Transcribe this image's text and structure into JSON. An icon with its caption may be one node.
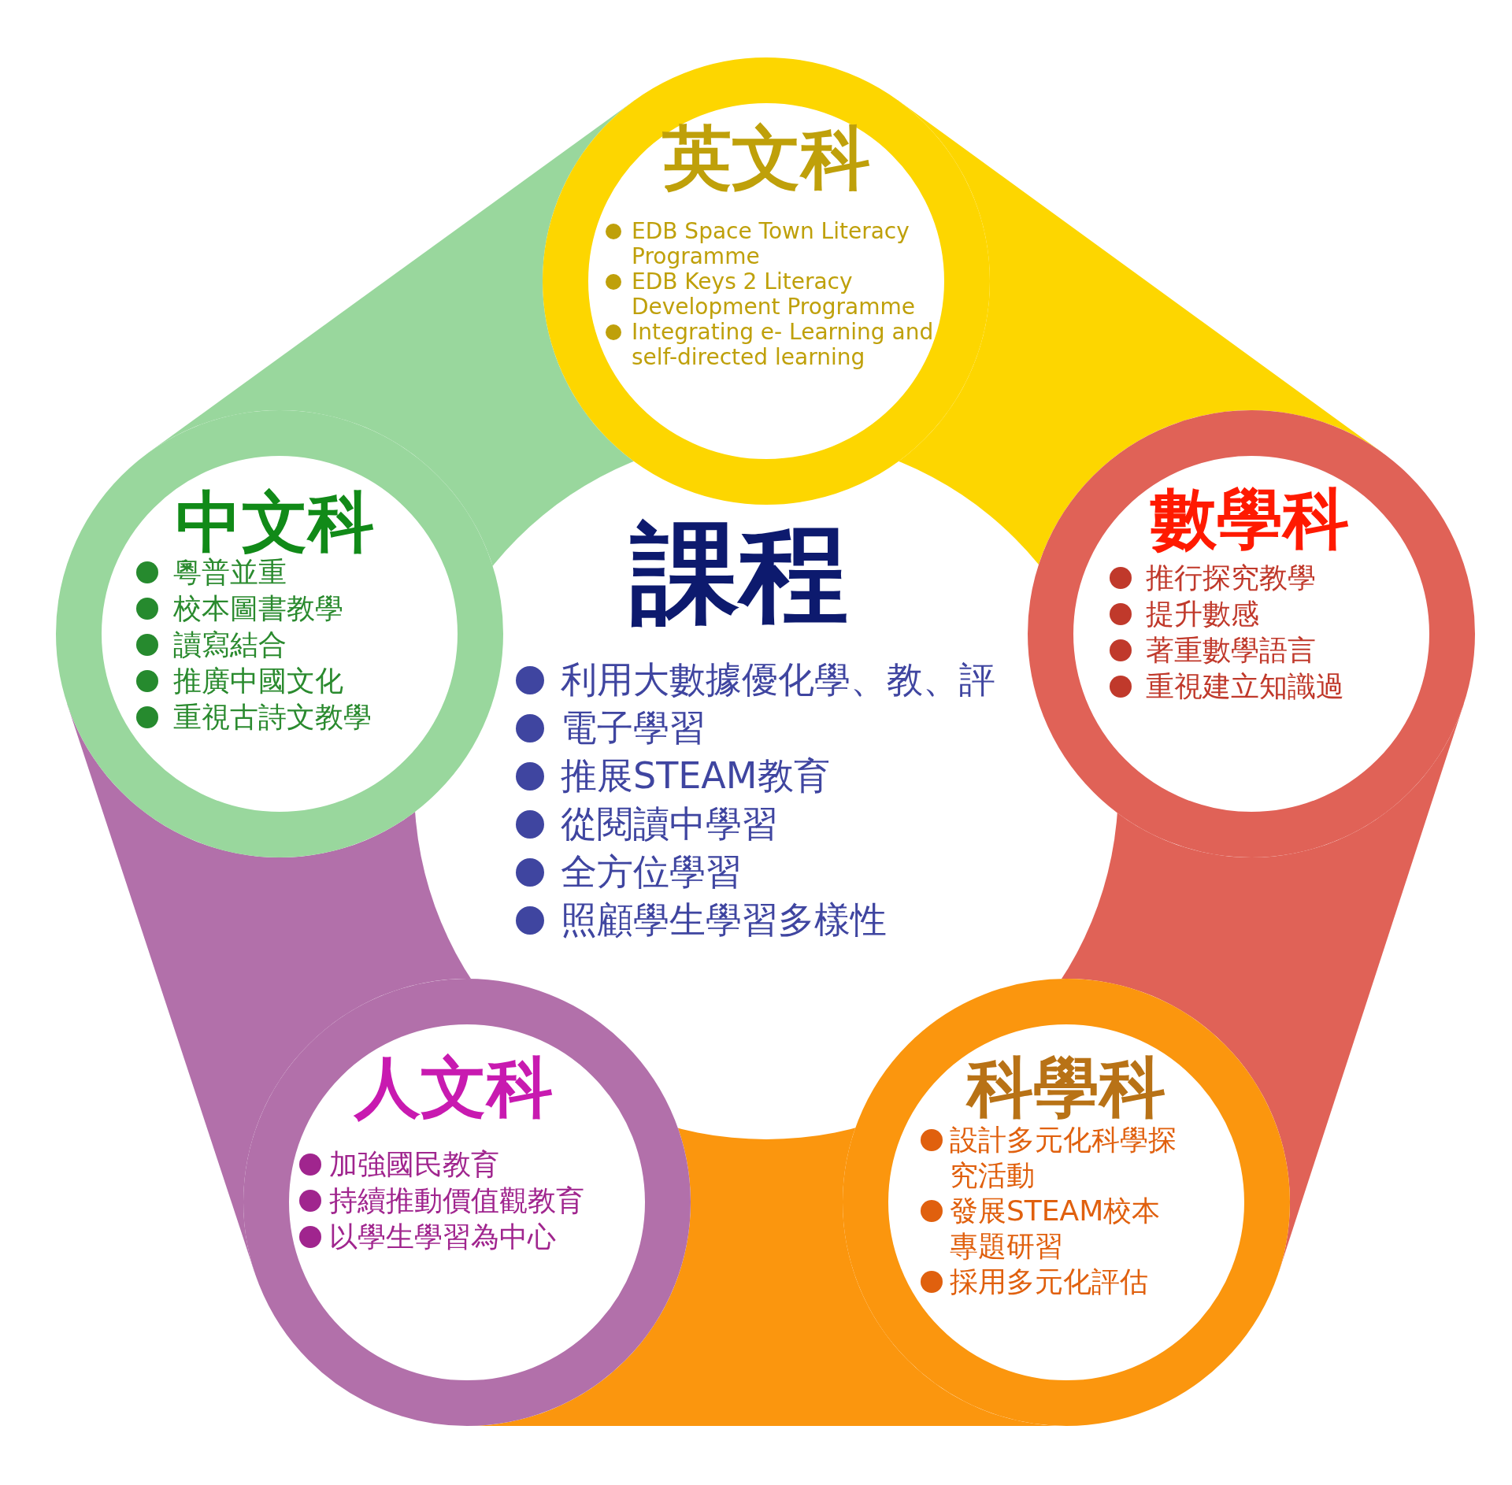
{
  "diagram": {
    "nodes": [
      {
        "text": [
          "英文科",
          "EDB Space Town Literacy Programme",
          "EDB Keys 2 Literacy Development Programme",
          "Integrating e- Learning and self-directed learning"
        ]
      },
      {
        "text": [
          "中文科",
          "粵普並重",
          "校本圖書教學",
          "讀寫結合",
          "推廣中國文化",
          "重視古詩文教學"
        ]
      },
      {
        "text": [
          "課程",
          "利用大數據優化學、教、評",
          "電子學習",
          "推展STEAM教育",
          "從閱讀中學習",
          "全方位學習",
          "照顧學生學習多樣性"
        ]
      },
      {
        "text": [
          "數學科",
          "推行探究教學",
          "提升數感",
          "著重數學語言",
          "重視建立知識過"
        ]
      },
      {
        "text": [
          "人文科",
          "加強國民教育",
          "持續推動價值觀教育",
          "以學生學習為中心"
        ]
      },
      {
        "text": [
          "科學科",
          "設計多元化科學探究活動",
          "發展STEAM校本專題研習",
          "採用多元化評估"
        ]
      }
    ]
  }
}
